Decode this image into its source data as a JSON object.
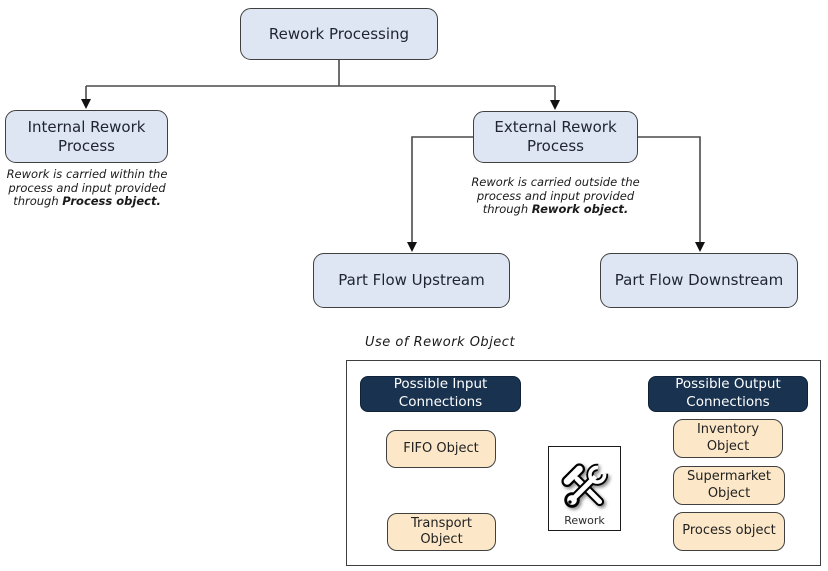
{
  "flowchart": {
    "root": {
      "label": "Rework Processing"
    },
    "internal": {
      "label": "Internal Rework Process",
      "caption_plain": "Rework is carried within the process and input provided through ",
      "caption_bold": "Process object."
    },
    "external": {
      "label": "External Rework Process",
      "caption_plain": "Rework is carried outside the process and input provided through ",
      "caption_bold": "Rework object."
    },
    "upstream": {
      "label": "Part Flow Upstream"
    },
    "downstream": {
      "label": "Part Flow Downstream"
    }
  },
  "panel": {
    "title": "Use of Rework Object",
    "input_header": "Possible Input Connections",
    "output_header": "Possible Output Connections",
    "inputs": [
      "FIFO Object",
      "Transport Object"
    ],
    "center": {
      "label": "Rework",
      "icon": "tools-icon"
    },
    "outputs": [
      "Inventory Object",
      "Supermarket Object",
      "Process object"
    ]
  },
  "colors": {
    "node_blue": "#dde6f2",
    "node_tan": "#fce8c9",
    "header_navy": "#18324f",
    "border": "#404040",
    "line": "#4a4a4a"
  }
}
